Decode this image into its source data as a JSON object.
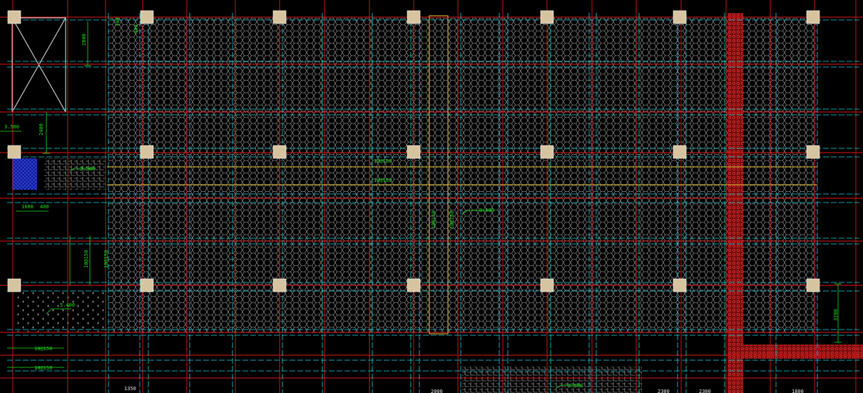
{
  "colors": {
    "background": "#000000",
    "axis_red": "#e01818",
    "beam_cyan": "#18d6e6",
    "rebar_yellow": "#e6c23a",
    "dim_green": "#20e020",
    "hatch_white": "#c8c8c8",
    "wall_red": "#cc1111",
    "col_fill": "#d6c4a0",
    "blue_fill": "#101eaa"
  },
  "labels": {
    "dim_top_2800": "2800",
    "dim_top_400": "400",
    "dim_top_300": "300",
    "dim_left_2400": "2400",
    "elev_left": "3.500",
    "elev_mid_left": "3.500",
    "dim_1600": "1600",
    "dim_400": "400",
    "rebar_vert_1": "10@150",
    "rebar_vert_2": "10@150",
    "elev_lower_left": "5.400",
    "rebar_h_1": "10@150",
    "rebar_h_2": "10@150",
    "rebar_center_1": "10@150",
    "rebar_center_2": "10@150",
    "rebar_center_v1": "10@150",
    "rebar_center_v2": "10@150",
    "elev_center": "3.500",
    "dim_right_3700": "3700",
    "dim_bottom_1350": "1350",
    "dim_bottom_2000": "2000",
    "dim_bottom_2300a": "2300",
    "dim_bottom_2300b": "2300",
    "dim_bottom_1800": "1800",
    "elev_bottom": "3.500"
  }
}
